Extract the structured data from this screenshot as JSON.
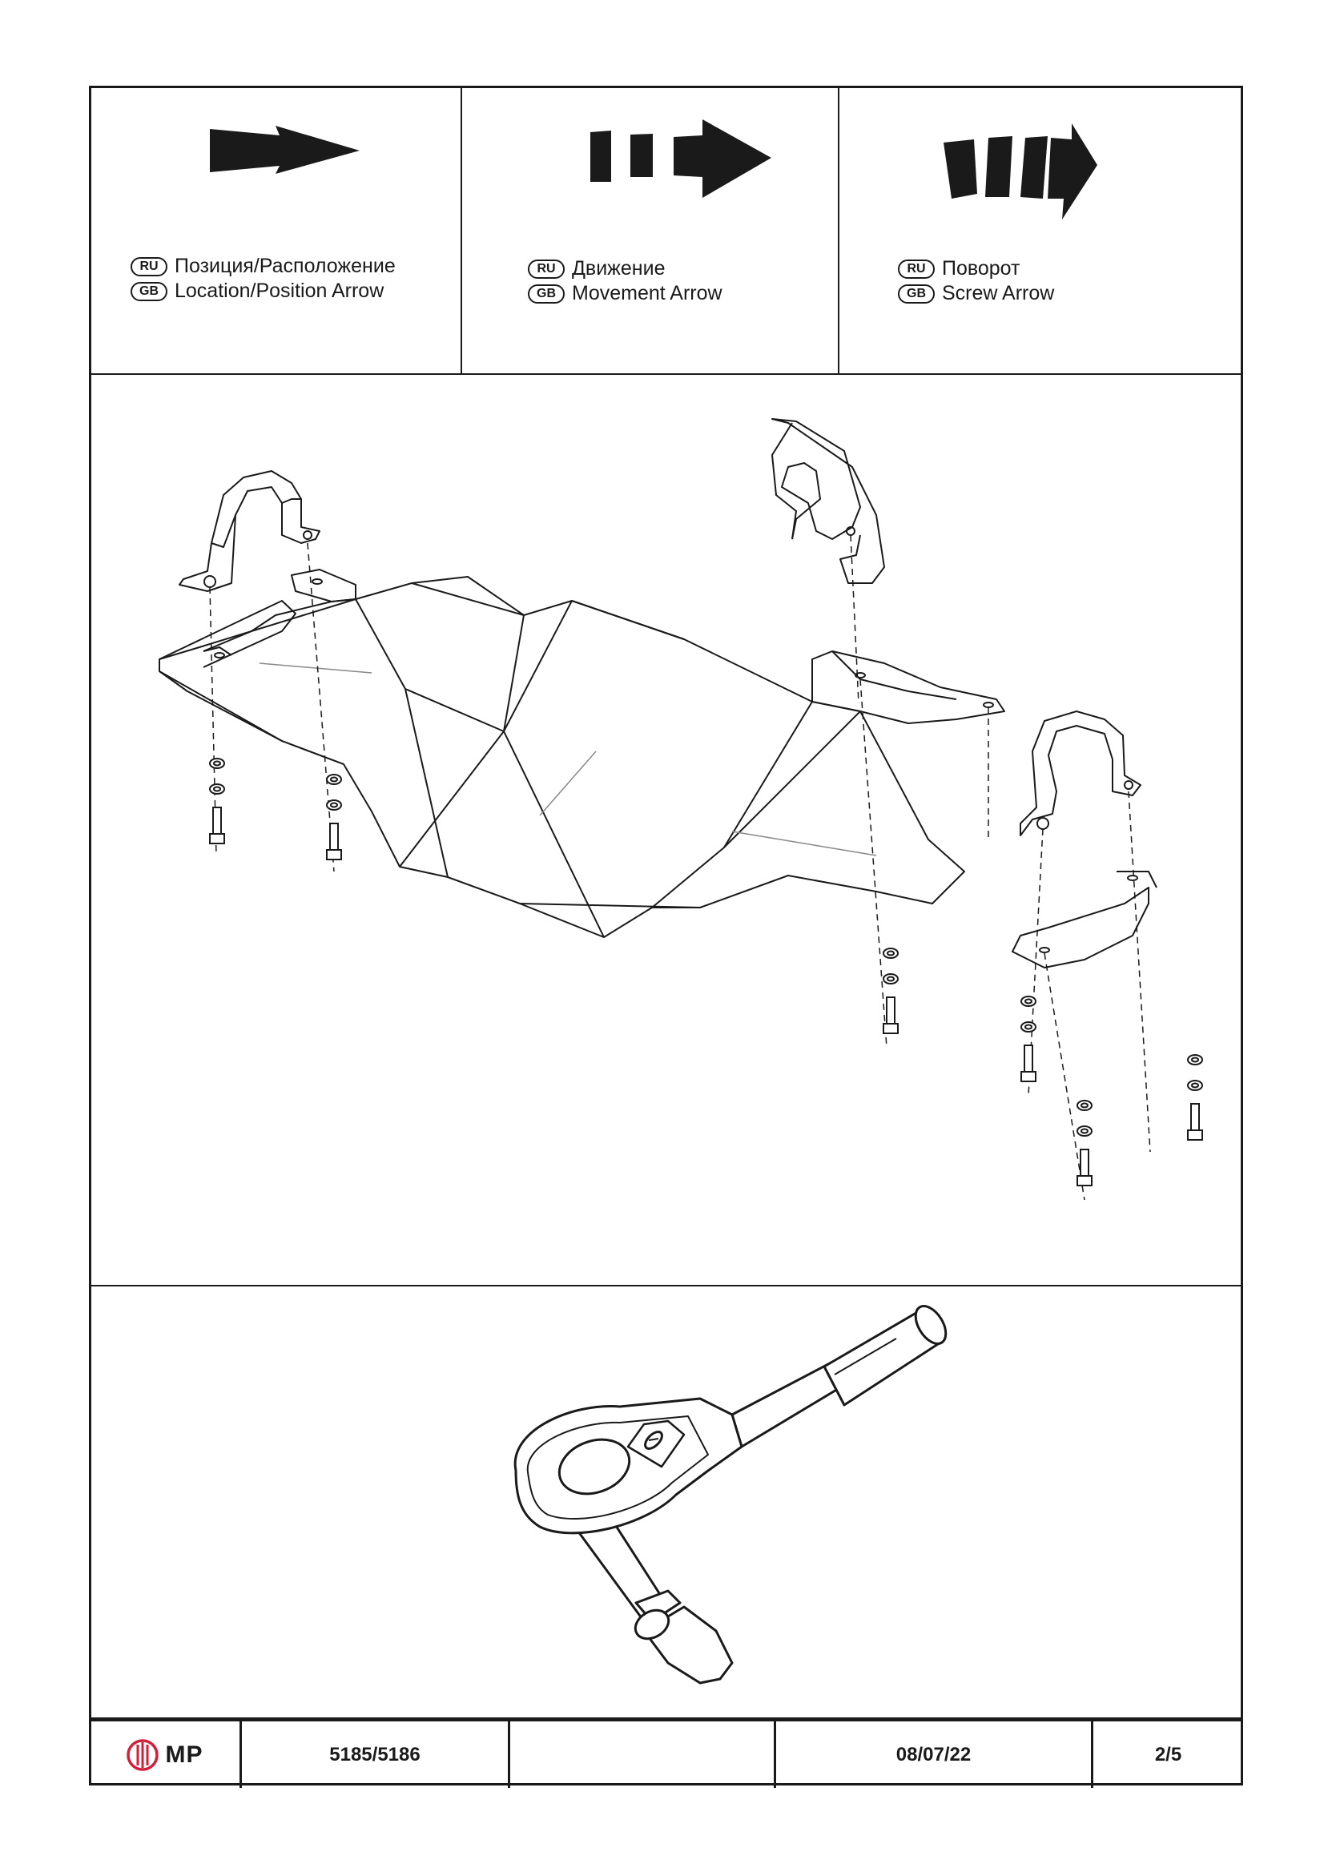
{
  "legend": {
    "location": {
      "ru": "RU",
      "gb": "GB",
      "ru_text": "Позиция/Расположение",
      "gb_text": "Location/Position Arrow"
    },
    "movement": {
      "ru": "RU",
      "gb": "GB",
      "ru_text": "Движение",
      "gb_text": "Movement Arrow"
    },
    "screw": {
      "ru": "RU",
      "gb": "GB",
      "ru_text": "Поворот",
      "gb_text": "Screw Arrow"
    }
  },
  "title_block": {
    "logo_text": "MP",
    "part_number": "5185/5186",
    "blank": "",
    "date": "08/07/22",
    "page": "2/5"
  },
  "colors": {
    "ink": "#1a1a1a",
    "logo_red": "#d2203a"
  }
}
